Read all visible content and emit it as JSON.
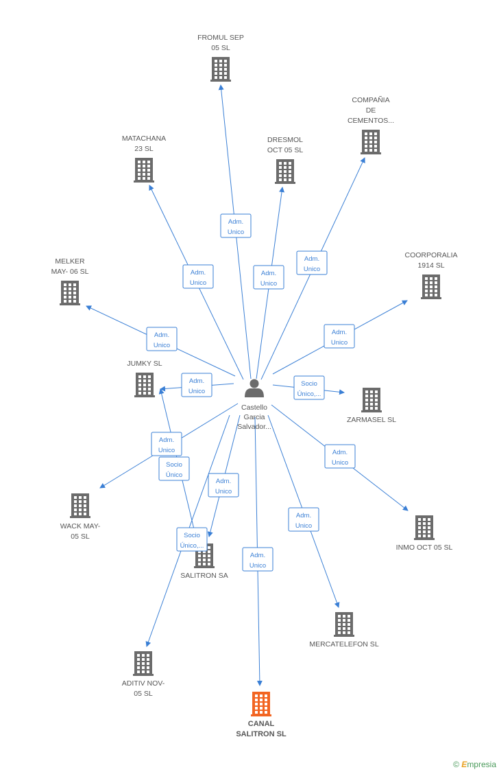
{
  "center": {
    "label": [
      "Castello",
      "Garcia",
      "Salvador..."
    ],
    "icon": "person-icon"
  },
  "colors": {
    "edge": "#3a7fd5",
    "building": "#6b6b6b",
    "highlight": "#f26522",
    "text": "#555555"
  },
  "nodes": [
    {
      "id": "fromul",
      "label": [
        "FROMUL SEP",
        "05 SL"
      ],
      "icon": "building-icon"
    },
    {
      "id": "cementos",
      "label": [
        "COMPAÑIA",
        "DE",
        "CEMENTOS..."
      ],
      "icon": "building-icon"
    },
    {
      "id": "matachana",
      "label": [
        "MATACHANA",
        "23 SL"
      ],
      "icon": "building-icon"
    },
    {
      "id": "dresmol",
      "label": [
        "DRESMOL",
        "OCT 05 SL"
      ],
      "icon": "building-icon"
    },
    {
      "id": "coorporalia",
      "label": [
        "COORPORALIA",
        "1914 SL"
      ],
      "icon": "building-icon"
    },
    {
      "id": "melker",
      "label": [
        "MELKER",
        "MAY- 06 SL"
      ],
      "icon": "building-icon"
    },
    {
      "id": "jumky",
      "label": [
        "JUMKY SL"
      ],
      "icon": "building-icon"
    },
    {
      "id": "zarmasel",
      "label": [
        "ZARMASEL  SL"
      ],
      "icon": "building-icon"
    },
    {
      "id": "wack",
      "label": [
        "WACK MAY-",
        "05 SL"
      ],
      "icon": "building-icon"
    },
    {
      "id": "inmo",
      "label": [
        "INMO OCT 05 SL"
      ],
      "icon": "building-icon"
    },
    {
      "id": "salitron",
      "label": [
        "SALITRON SA"
      ],
      "icon": "building-icon"
    },
    {
      "id": "mercatelefon",
      "label": [
        "MERCATELEFON SL"
      ],
      "icon": "building-icon"
    },
    {
      "id": "aditiv",
      "label": [
        "ADITIV NOV-",
        "05 SL"
      ],
      "icon": "building-icon"
    },
    {
      "id": "canal",
      "label": [
        "CANAL",
        "SALITRON SL"
      ],
      "icon": "building-icon",
      "highlight": true
    }
  ],
  "edges": [
    {
      "target": "fromul",
      "label": [
        "Adm.",
        "Unico"
      ]
    },
    {
      "target": "matachana",
      "label": [
        "Adm.",
        "Unico"
      ]
    },
    {
      "target": "dresmol",
      "label": [
        "Adm.",
        "Unico"
      ]
    },
    {
      "target": "cementos",
      "label": [
        "Adm.",
        "Unico"
      ]
    },
    {
      "target": "coorporalia",
      "label": [
        "Adm.",
        "Unico"
      ]
    },
    {
      "target": "melker",
      "label": [
        "Adm.",
        "Unico"
      ]
    },
    {
      "target": "jumky",
      "label": [
        "Adm.",
        "Unico"
      ]
    },
    {
      "target": "zarmasel",
      "label": [
        "Socio",
        "Único,..."
      ]
    },
    {
      "target": "wack",
      "label": [
        "Adm.",
        "Unico"
      ]
    },
    {
      "target": "jumky",
      "label": [
        "Socio",
        "Único"
      ],
      "source": "salitron"
    },
    {
      "target": "salitron",
      "label": [
        "Adm.",
        "Unico"
      ]
    },
    {
      "target": "aditiv",
      "label": [
        "Socio",
        "Único,..."
      ]
    },
    {
      "target": "inmo",
      "label": [
        "Adm.",
        "Unico"
      ]
    },
    {
      "target": "mercatelefon",
      "label": [
        "Adm.",
        "Unico"
      ]
    },
    {
      "target": "canal",
      "label": [
        "Adm.",
        "Unico"
      ]
    }
  ],
  "watermark": {
    "copyright": "©",
    "brand_initial": "E",
    "brand_rest": "mpresia"
  }
}
